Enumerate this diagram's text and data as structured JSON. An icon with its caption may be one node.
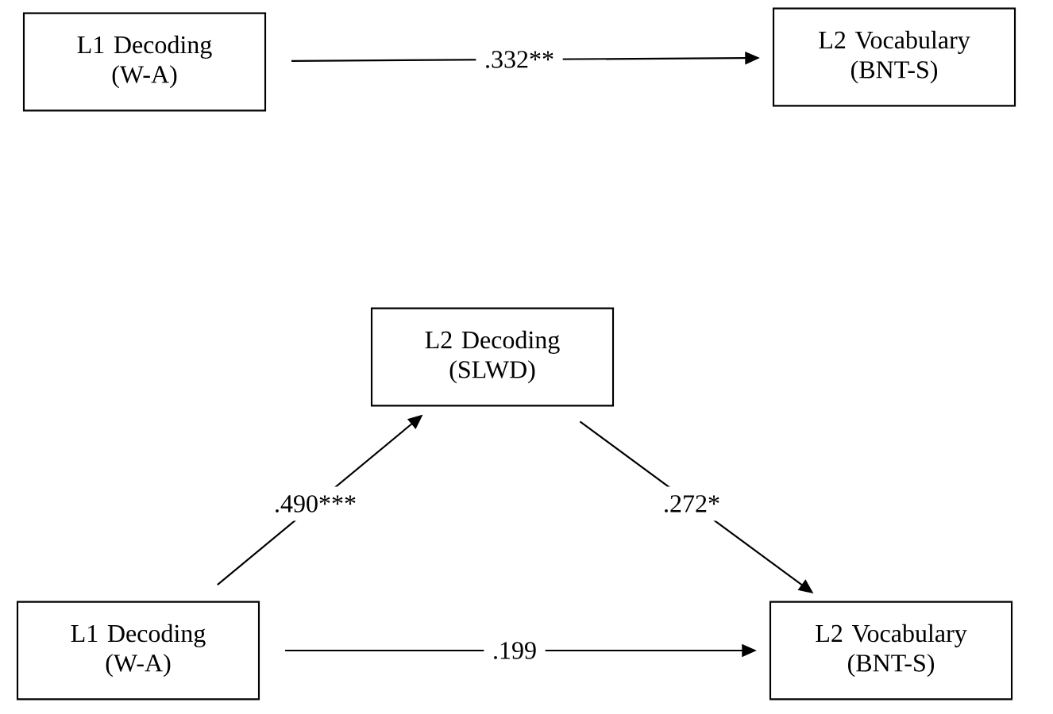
{
  "diagram": {
    "nodes": [
      {
        "text": [
          "L1 Decoding (W-A)"
        ]
      },
      {
        "text": [
          "L2 Vocabulary (BNT-S)"
        ]
      },
      {
        "text": [
          "L2 Decoding (SLWD)"
        ]
      },
      {
        "text": [
          "L1 Decoding (W-A)"
        ]
      },
      {
        "text": [
          "L2 Vocabulary (BNT-S)"
        ]
      }
    ],
    "edges": [
      {
        "from": 0,
        "to": 1,
        "arrow": "to",
        "label": ".332**"
      },
      {
        "from": 3,
        "to": 2,
        "arrow": "to",
        "label": ".490***"
      },
      {
        "from": 2,
        "to": 4,
        "arrow": "to",
        "label": ".272*"
      },
      {
        "from": 3,
        "to": 4,
        "arrow": "to",
        "label": ".199"
      }
    ]
  }
}
